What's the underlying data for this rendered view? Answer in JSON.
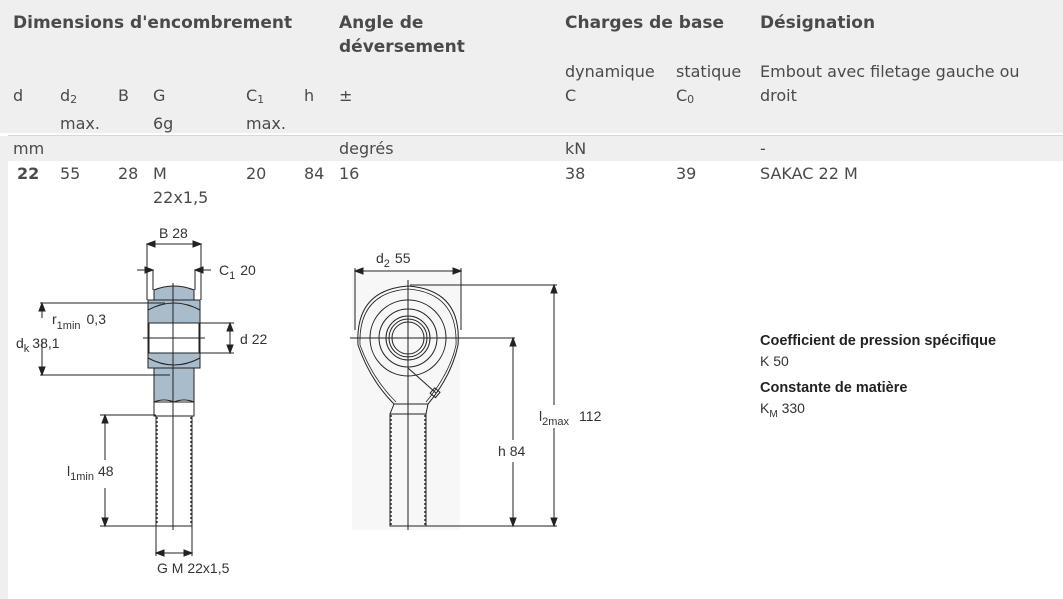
{
  "header": {
    "groups": {
      "dimensions": "Dimensions d'encombrement",
      "angle": "Angle de déversement",
      "angle_line1": "Angle de",
      "angle_line2": "déversement",
      "loads": "Charges de base",
      "designation": "Désignation"
    },
    "columns": {
      "d": "d",
      "d2": "d",
      "d2_sub": "2",
      "d2_line2": "max.",
      "B": "B",
      "G": "G",
      "G_line2": "6g",
      "C1": "C",
      "C1_sub": "1",
      "C1_line2": "max.",
      "h": "h",
      "angle": "±",
      "dyn_line1": "dynamique",
      "dyn_line2": "C",
      "stat_line1": "statique",
      "stat_line2": "C",
      "stat_sub": "0",
      "desig_line1": "Embout avec filetage gauche ou",
      "desig_line2": "droit"
    },
    "units": {
      "dims": "mm",
      "angle": "degrés",
      "loads": "kN",
      "designation": "-"
    }
  },
  "row": {
    "d": "22",
    "d2": "55",
    "B": "28",
    "G_line1": "M",
    "G_line2": "22x1,5",
    "C1": "20",
    "h": "84",
    "angle": "16",
    "C": "38",
    "C0": "39",
    "designation": "SAKAC 22 M"
  },
  "drawing_left": {
    "B_label": "B",
    "B_value": "28",
    "C1_label": "C",
    "C1_sub": "1",
    "C1_value": "20",
    "r1_label": "r",
    "r1_sub": "1min",
    "r1_value": "0,3",
    "dk_label": "d",
    "dk_sub": "k",
    "dk_value": "38,1",
    "d_label": "d",
    "d_value": "22",
    "l1_label": "l",
    "l1_sub": "1min",
    "l1_value": "48",
    "G_label": "G",
    "G_value": "M 22x1,5"
  },
  "drawing_right": {
    "d2_label": "d",
    "d2_sub": "2",
    "d2_value": "55",
    "h_label": "h",
    "h_value": "84",
    "l2_label": "l",
    "l2_sub": "2max",
    "l2_value": "112"
  },
  "side_info": {
    "pressure_label": "Coefficient de pression spécifique",
    "pressure_value": "K  50",
    "material_label": "Constante de matière",
    "material_symbol": "K",
    "material_sub": "M",
    "material_value": "330"
  },
  "colors": {
    "header_bg": "#efefef",
    "text": "#4a4a4a",
    "bearing_fill": "#a9bccb"
  }
}
